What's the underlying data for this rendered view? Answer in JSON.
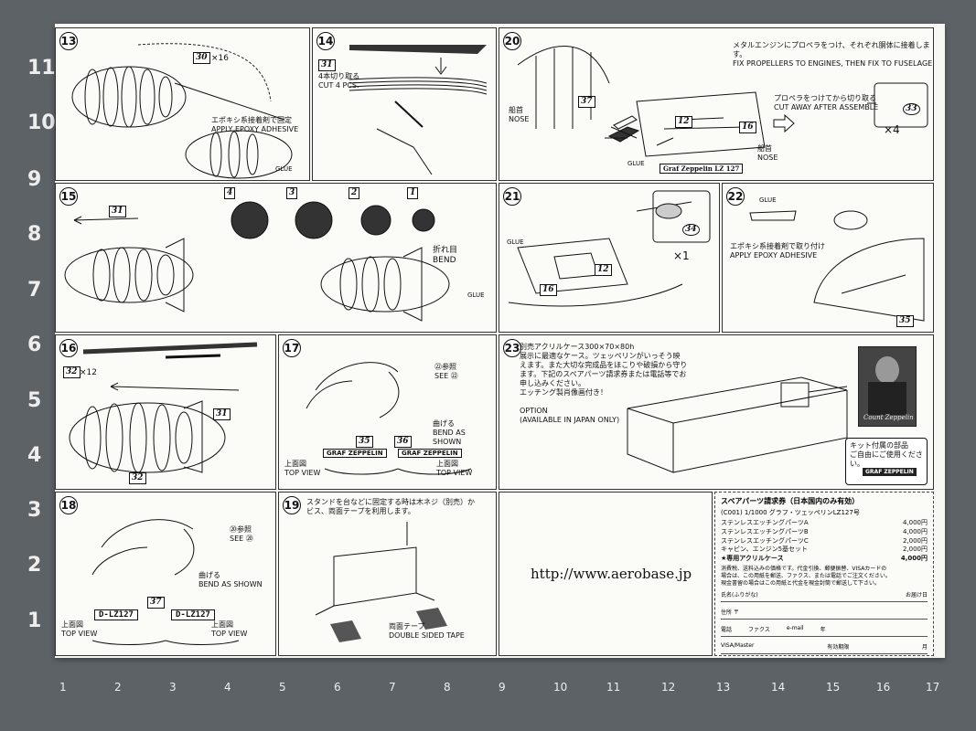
{
  "ruler": {
    "x_ticks": [
      "1",
      "2",
      "3",
      "4",
      "5",
      "6",
      "7",
      "8",
      "9",
      "10",
      "11",
      "12",
      "13",
      "14",
      "15",
      "16",
      "17"
    ],
    "y_ticks": [
      "11",
      "10",
      "9",
      "8",
      "7",
      "6",
      "5",
      "4",
      "3",
      "2",
      "1"
    ]
  },
  "steps": {
    "s13": {
      "num": "13",
      "part": "30",
      "part_qty": "×16",
      "text": "エポキシ系接着剤で固定\nAPPLY EPOXY ADHESIVE",
      "glue": "GLUE"
    },
    "s14": {
      "num": "14",
      "part": "31",
      "text": "4本切り取る\nCUT 4 PCS."
    },
    "s15": {
      "num": "15",
      "part": "31",
      "fold": "折れ目\nBEND",
      "labels": [
        "4",
        "3",
        "2",
        "1"
      ],
      "glue": "GLUE"
    },
    "s16": {
      "num": "16",
      "part": "32",
      "part_qty": "×12",
      "part2": "31",
      "part3": "32"
    },
    "s17": {
      "num": "17",
      "ref": "㉒参照\nSEE ㉒",
      "bend": "曲げる\nBEND AS SHOWN",
      "p35": "35",
      "p36": "36",
      "name": "GRAF ZEPPELIN",
      "top": "上面図\nTOP VIEW"
    },
    "s18": {
      "num": "18",
      "ref": "⑳参照\nSEE ⑳",
      "bend": "曲げる\nBEND AS SHOWN",
      "p37": "37",
      "reg": "D-LZ127",
      "top": "上面図\nTOP VIEW"
    },
    "s19": {
      "num": "19",
      "text": "スタンドを台などに固定する時は木ネジ（別売）か\nビス、両面テープを利用します。",
      "tape": "両面テープ\nDOUBLE SIDED TAPE"
    },
    "s20": {
      "num": "20",
      "text": "メタルエンジンにプロペラをつけ、それぞれ胴体に接着します。\nFIX PROPELLERS TO ENGINES, THEN FIX TO FUSELAGE",
      "cut": "プロペラをつけてから切り取る\nCUT AWAY AFTER ASSEMBLE",
      "qty": "×4",
      "nose": "船首\nNOSE",
      "nose2": "船首\nNOSE",
      "p12": "12",
      "p16": "16",
      "p37": "37",
      "p33": "33",
      "plate": "Graf Zeppelin  LZ 127",
      "glue": "GLUE"
    },
    "s21": {
      "num": "21",
      "qty": "×1",
      "p34": "34",
      "p12": "12",
      "p16": "16",
      "glue": "GLUE"
    },
    "s22": {
      "num": "22",
      "text": "エポキシ系接着剤で取り付け\nAPPLY EPOXY ADHESIVE",
      "p35": "35",
      "glue": "GLUE"
    },
    "s23": {
      "num": "23",
      "text": "別売アクリルケース300×70×80h\n展示に最適なケース。ツェッペリンがいっそう映\nえます。また大切な完成品をほこりや破損から守り\nます。下記のスペアパーツ請求券または電話等でお\n申し込みください。\nエッチング製肖像画付き！\n\nOPTION\n(AVAILABLE IN JAPAN ONLY)",
      "caption": "Count Zeppelin",
      "kit": "キット付属の部品\nご自由にご使用ください。",
      "kitname": "GRAF ZEPPELIN"
    }
  },
  "url": "http://www.aerobase.jp",
  "order_form": {
    "title": "スペアパーツ請求券（日本国内のみ有効）",
    "subtitle": "(C001) 1/1000 グラフ・ツェッペリンLZ127号",
    "items": [
      {
        "name": "ステンレスエッチングパーツA",
        "price": "4,000円"
      },
      {
        "name": "ステンレスエッチングパーツB",
        "price": "4,000円"
      },
      {
        "name": "ステンレスエッチングパーツC",
        "price": "2,000円"
      },
      {
        "name": "キャビン、エンジン5基セット",
        "price": "2,000円"
      },
      {
        "name": "★専用アクリルケース",
        "price": "4,000円"
      }
    ],
    "note": "消費税、送料込みの価格です。代金引換、郵便振替、VISAカードの\n場合は、この用紙を郵送、ファクス、または電話でご注文ください。\n現金書留の場合はこの用紙と代金を現金封筒で郵送して下さい。",
    "fields": [
      "氏名(ふりがな)",
      "住所 〒",
      "電話",
      "ファクス",
      "e-mail",
      "VISA/Master",
      "有効期限"
    ],
    "date_label": "お届け日",
    "year": "年",
    "month": "月"
  }
}
